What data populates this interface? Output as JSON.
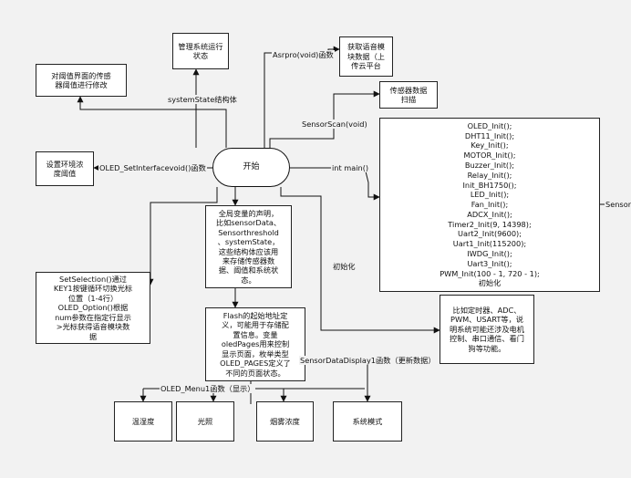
{
  "nodes": {
    "start": "开始",
    "mgmt": "管理系统运行\n状态",
    "voice": "获取语音模\n块数据（上\n传云平台",
    "threshold": "对阈值界面的传感\n器阈值进行修改",
    "sensor": "传感器数据\n扫描",
    "env": "设置环境浓\n度阈值",
    "init_list": "OLED_Init();\nDHT11_Init();\nKey_Init();\nMOTOR_Init();\nBuzzer_Init();\nRelay_Init();\nInit_BH1750();\nLED_Init();\nFan_Init();\nADCX_Init();\nTimer2_Init(9, 14398);\nUart2_Init(9600);\nUart1_Init(115200);\nIWDG_Init();\nUart3_Init();\nPWM_Init(100 - 1, 720 - 1);\n初始化",
    "globals": "全局变量的声明，\n比如sensorData、\nSensorthreshold\n、systemState，\n这些结构体应该用\n来存储传感器数\n据、阈值和系统状\n态。",
    "selection": "SetSelection()通过\nKEY1按键循环切换光标\n位置（1-4行）\nOLED_Option()根据\nnum参数在指定行显示\n>光标获得语音模块数\n据",
    "flash": "Flash的起始地址定\n义，可能用于存储配\n置信息。变量\noledPages用来控制\n显示页面，枚举类型\nOLED_PAGES定义了\n不同的页面状态。",
    "timers": "比如定时器、ADC、\nPWM、USART等，说\n明系统可能还涉及电机\n控制、串口通信、看门\n狗等功能。",
    "temp": "温湿度",
    "light": "光照",
    "smoke": "烟雾浓度",
    "mode": "系统模式"
  },
  "edge_labels": {
    "asrpro": "Asrpro(void)函数",
    "system_state": "systemState结构体",
    "sensor_scan": "SensorScan(void)",
    "oled_interface": "OLED_SetInterfacevoid()函数",
    "int_main": "int main()",
    "init": "初始化",
    "display1": "SensorDataDisplay1函数（更新数据）",
    "menu1": "OLED_Menu1函数（显示）",
    "sensor_cut": "Sensor"
  }
}
